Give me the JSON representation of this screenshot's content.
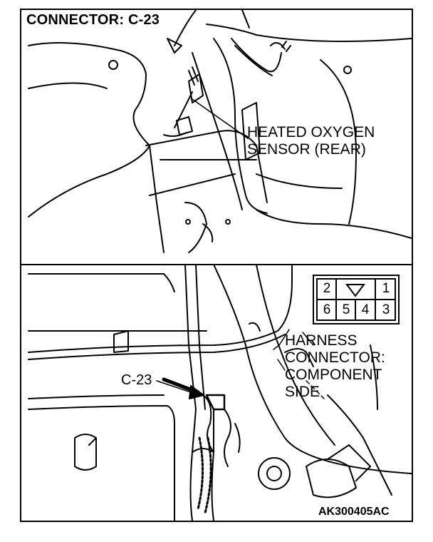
{
  "title": "CONNECTOR: C-23",
  "component_label": [
    "HEATED OXYGEN",
    "SENSOR (REAR)"
  ],
  "harness_label": [
    "HARNESS",
    "CONNECTOR:",
    "COMPONENT",
    "SIDE"
  ],
  "connector_callout": "C-23",
  "figure_code": "AK300405AC",
  "connector_pins": {
    "top_row": [
      "2",
      "1"
    ],
    "bottom_row": [
      "6",
      "5",
      "4",
      "3"
    ]
  }
}
